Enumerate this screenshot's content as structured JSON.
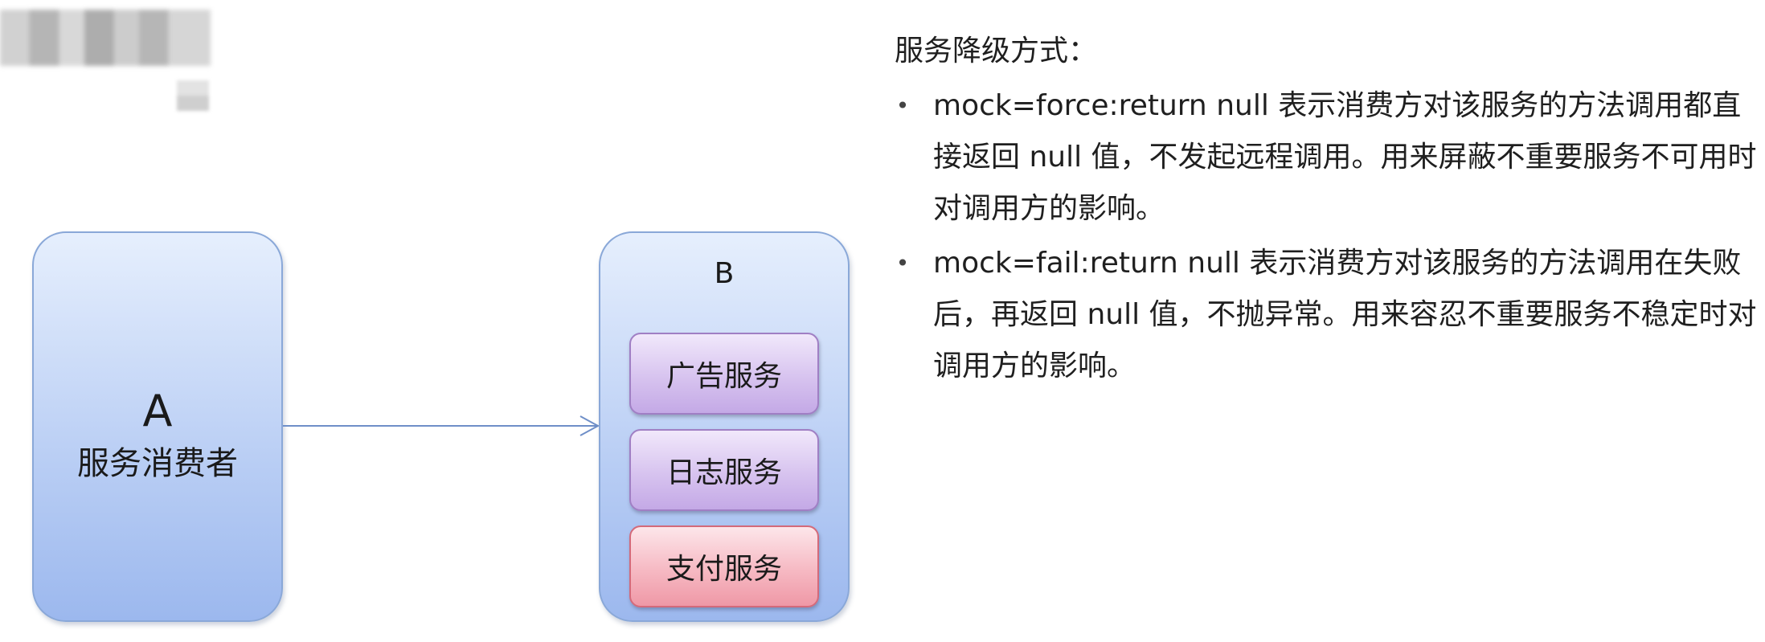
{
  "diagram": {
    "consumer": {
      "letter": "A",
      "label": "服务消费者"
    },
    "provider": {
      "letter": "B",
      "services": [
        {
          "label": "广告服务",
          "color": "#d7c3ef"
        },
        {
          "label": "日志服务",
          "color": "#d7c3ef"
        },
        {
          "label": "支付服务",
          "color": "#f6b9c3"
        }
      ]
    },
    "arrow_color": "#6f8fc8"
  },
  "panel": {
    "title": "服务降级方式：",
    "bullets": [
      "mock=force:return null 表示消费方对该服务的方法调用都直接返回 null 值，不发起远程调用。用来屏蔽不重要服务不可用时对调用方的影响。",
      "mock=fail:return null 表示消费方对该服务的方法调用在失败后，再返回 null 值，不抛异常。用来容忍不重要服务不稳定时对调用方的影响。"
    ],
    "bullet_glyph": "•"
  }
}
